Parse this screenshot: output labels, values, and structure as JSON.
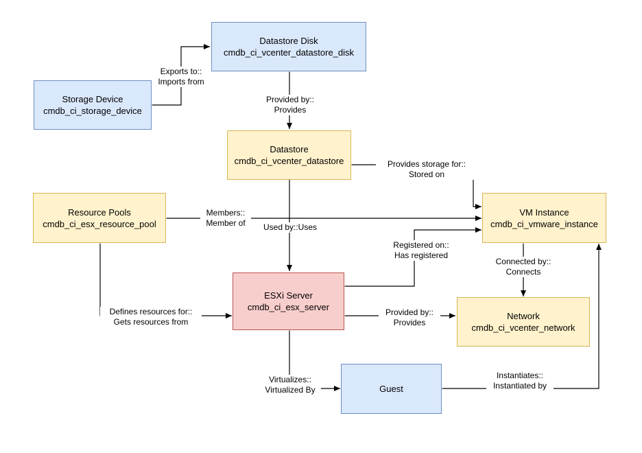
{
  "nodes": {
    "datastore_disk": {
      "title": "Datastore Disk",
      "table": "cmdb_ci_vcenter_datastore_disk"
    },
    "storage_device": {
      "title": "Storage Device",
      "table": "cmdb_ci_storage_device"
    },
    "datastore": {
      "title": "Datastore",
      "table": "cmdb_ci_vcenter_datastore"
    },
    "resource_pools": {
      "title": "Resource Pools",
      "table": "cmdb_ci_esx_resource_pool"
    },
    "vm_instance": {
      "title": "VM Instance",
      "table": "cmdb_ci_vmware_instance"
    },
    "esxi_server": {
      "title": "ESXi Server",
      "table": "cmdb_ci_esx_server"
    },
    "network": {
      "title": "Network",
      "table": "cmdb_ci_vcenter_network"
    },
    "guest": {
      "title": "Guest"
    }
  },
  "edges": {
    "exports_to": {
      "line1": "Exports to::",
      "line2": "Imports from"
    },
    "provided_by_disk": {
      "line1": "Provided by::",
      "line2": "Provides"
    },
    "provides_storage": {
      "line1": "Provides storage for::",
      "line2": "Stored on"
    },
    "members": {
      "line1": "Members::",
      "line2": "Member of"
    },
    "used_by": {
      "line1": "Used by::Uses"
    },
    "registered_on": {
      "line1": "Registered on::",
      "line2": "Has registered"
    },
    "connected_by": {
      "line1": "Connected by::",
      "line2": "Connects"
    },
    "defines_resources": {
      "line1": "Defines resources for::",
      "line2": "Gets resources from"
    },
    "provided_by_network": {
      "line1": "Provided by::",
      "line2": "Provides"
    },
    "virtualizes": {
      "line1": "Virtualizes::",
      "line2": "Virtualized By"
    },
    "instantiates": {
      "line1": "Instantiates::",
      "line2": "Instantiated by"
    }
  },
  "colors": {
    "blue_fill": "#dae8fc",
    "blue_stroke": "#6c8ebf",
    "yellow_fill": "#fff2cc",
    "yellow_stroke": "#d6b656",
    "red_fill": "#f8cecc",
    "red_stroke": "#b85450",
    "connector": "#000000"
  }
}
